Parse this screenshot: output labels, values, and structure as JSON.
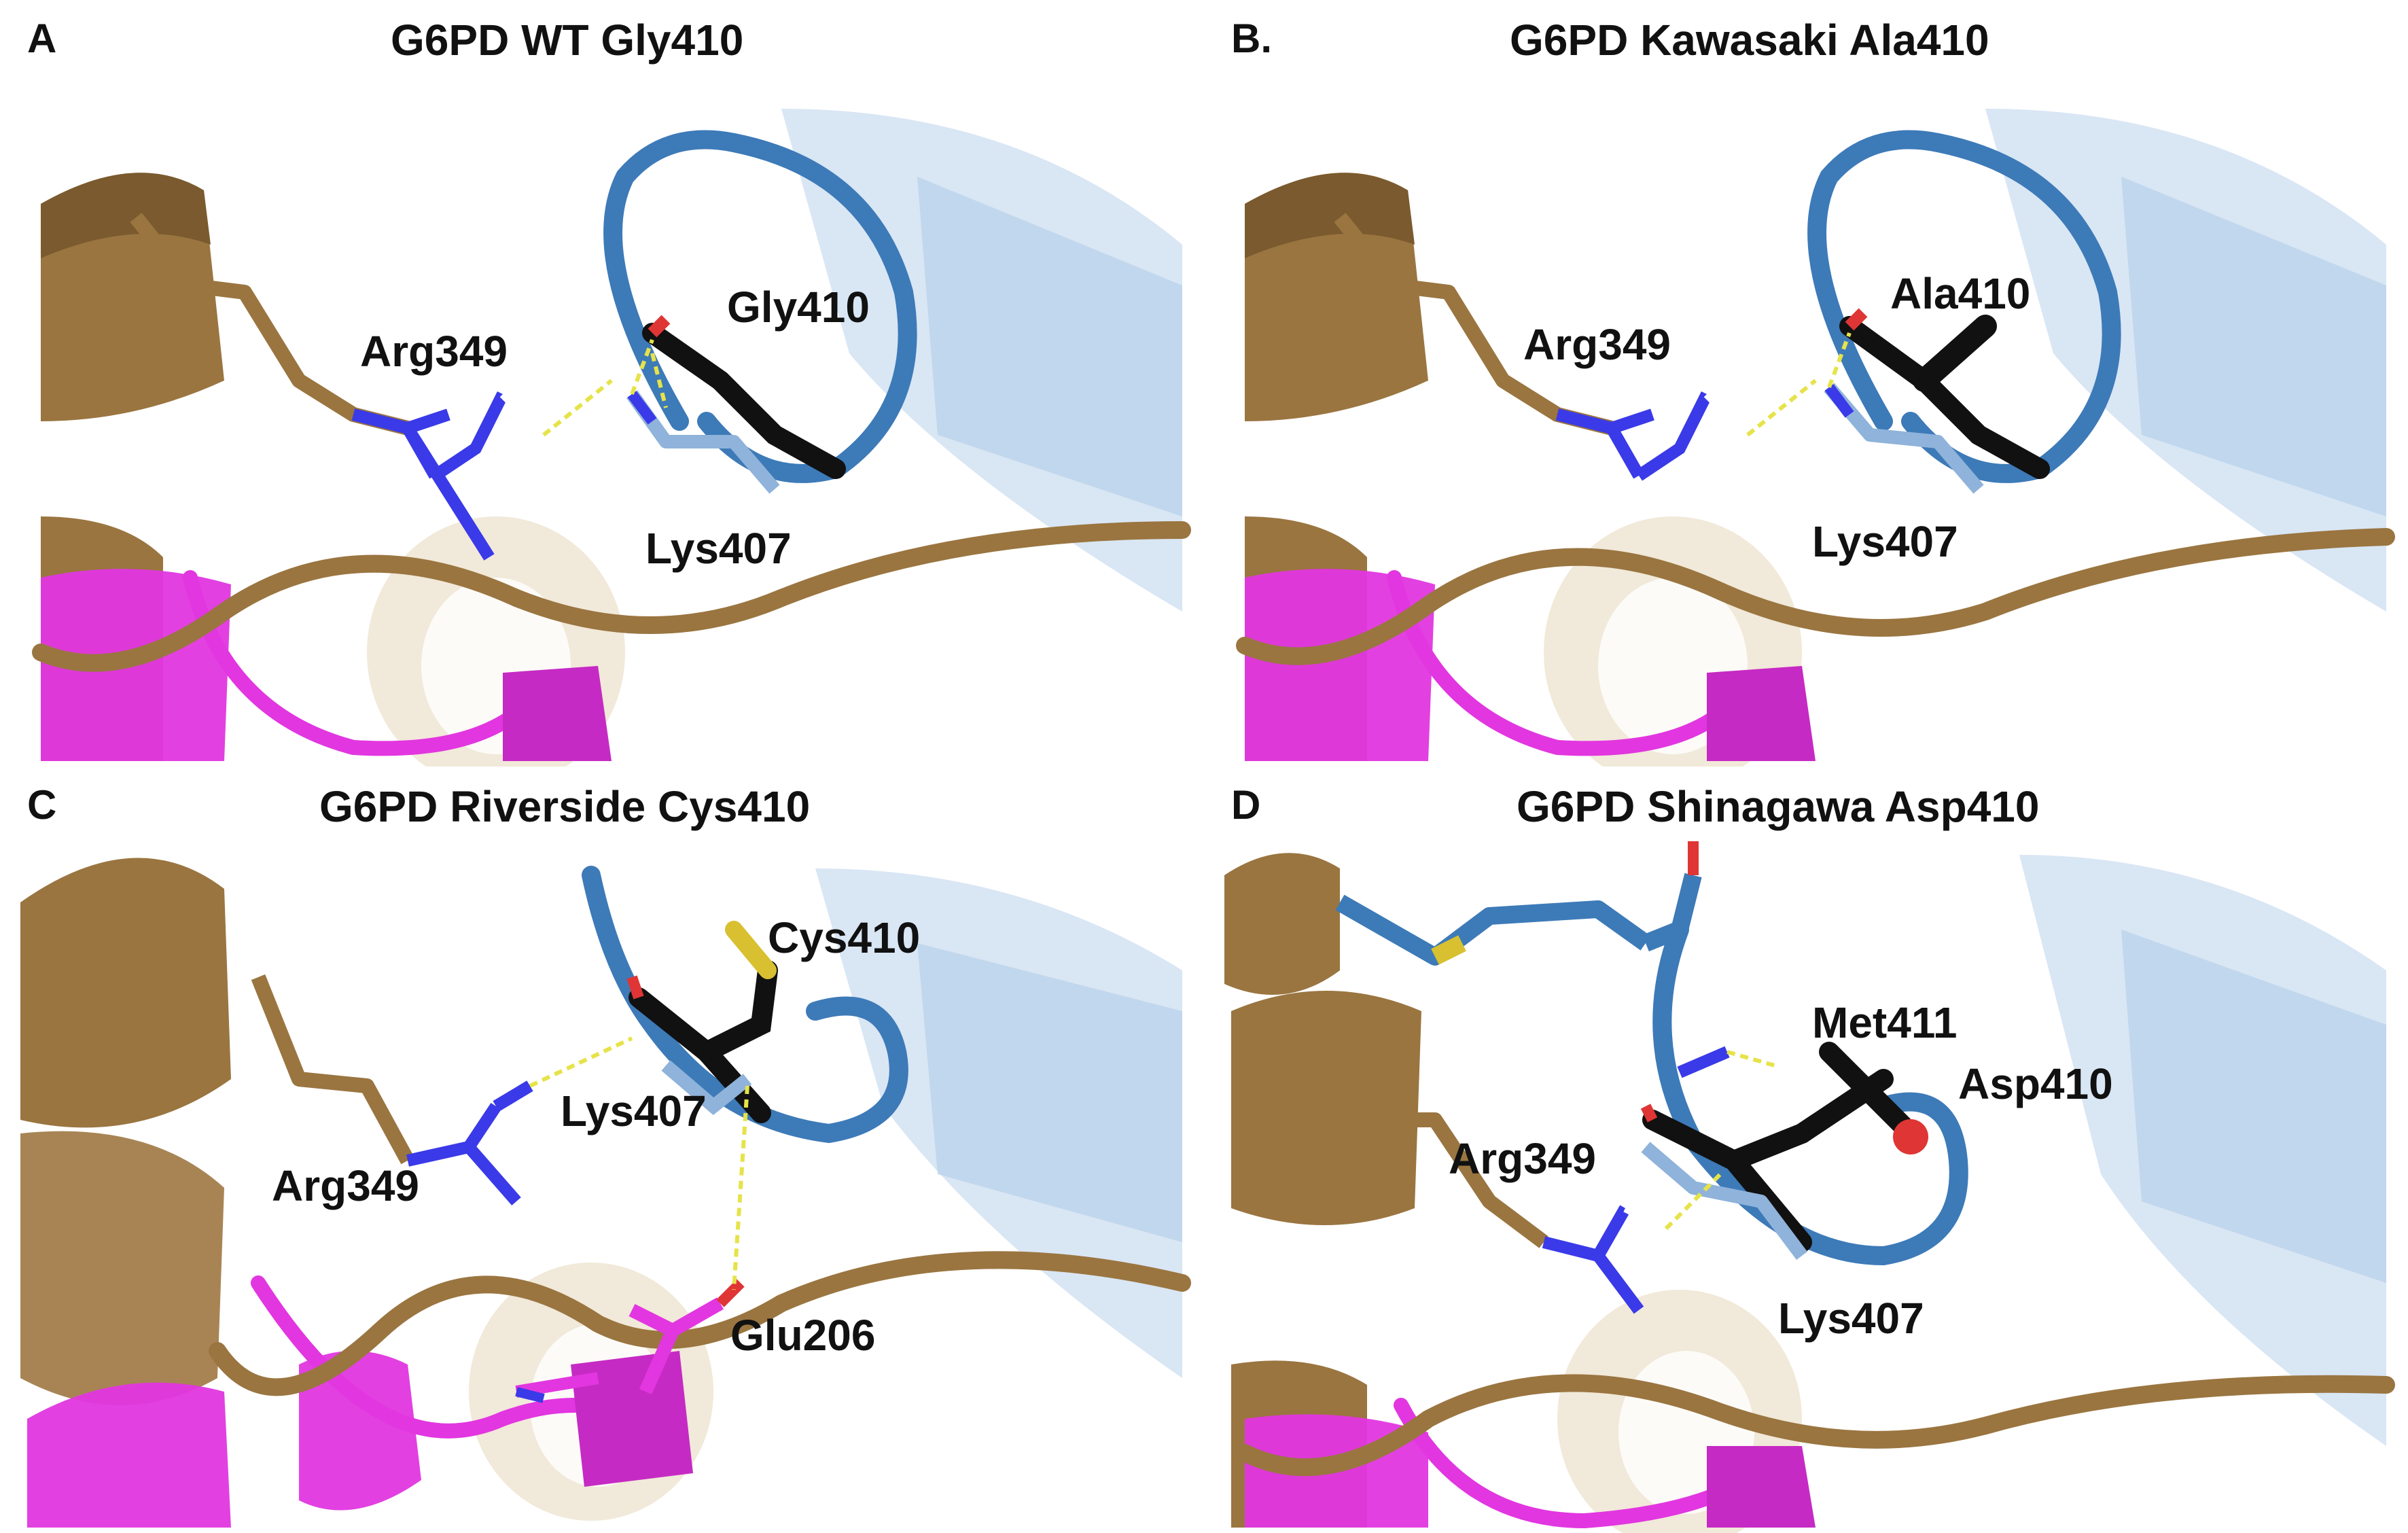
{
  "panels": [
    {
      "id": "A",
      "label": "A",
      "title": "G6PD WT Gly410",
      "residues": {
        "arg": "Arg349",
        "mut": "Gly410",
        "lys": "Lys407"
      }
    },
    {
      "id": "B",
      "label": "B.",
      "title": "G6PD Kawasaki Ala410",
      "residues": {
        "arg": "Arg349",
        "mut": "Ala410",
        "lys": "Lys407"
      }
    },
    {
      "id": "C",
      "label": "C",
      "title": "G6PD Riverside Cys410",
      "residues": {
        "mut": "Cys410",
        "lys": "Lys407",
        "arg": "Arg349",
        "glu": "Glu206"
      }
    },
    {
      "id": "D",
      "label": "D",
      "title": "G6PD Shinagawa Asp410",
      "residues": {
        "met": "Met411",
        "mut": "Asp410",
        "arg": "Arg349",
        "lys": "Lys407"
      }
    }
  ],
  "colors": {
    "brown": "#9a7540",
    "blue": "#3d7ab8",
    "light_blue": "#a9c6e4",
    "magenta": "#e236e0",
    "black": "#111111",
    "nitrogen": "#3a3ae8",
    "oxygen": "#e03535",
    "sulfur": "#d8c030",
    "hbond": "#e6e34a"
  }
}
